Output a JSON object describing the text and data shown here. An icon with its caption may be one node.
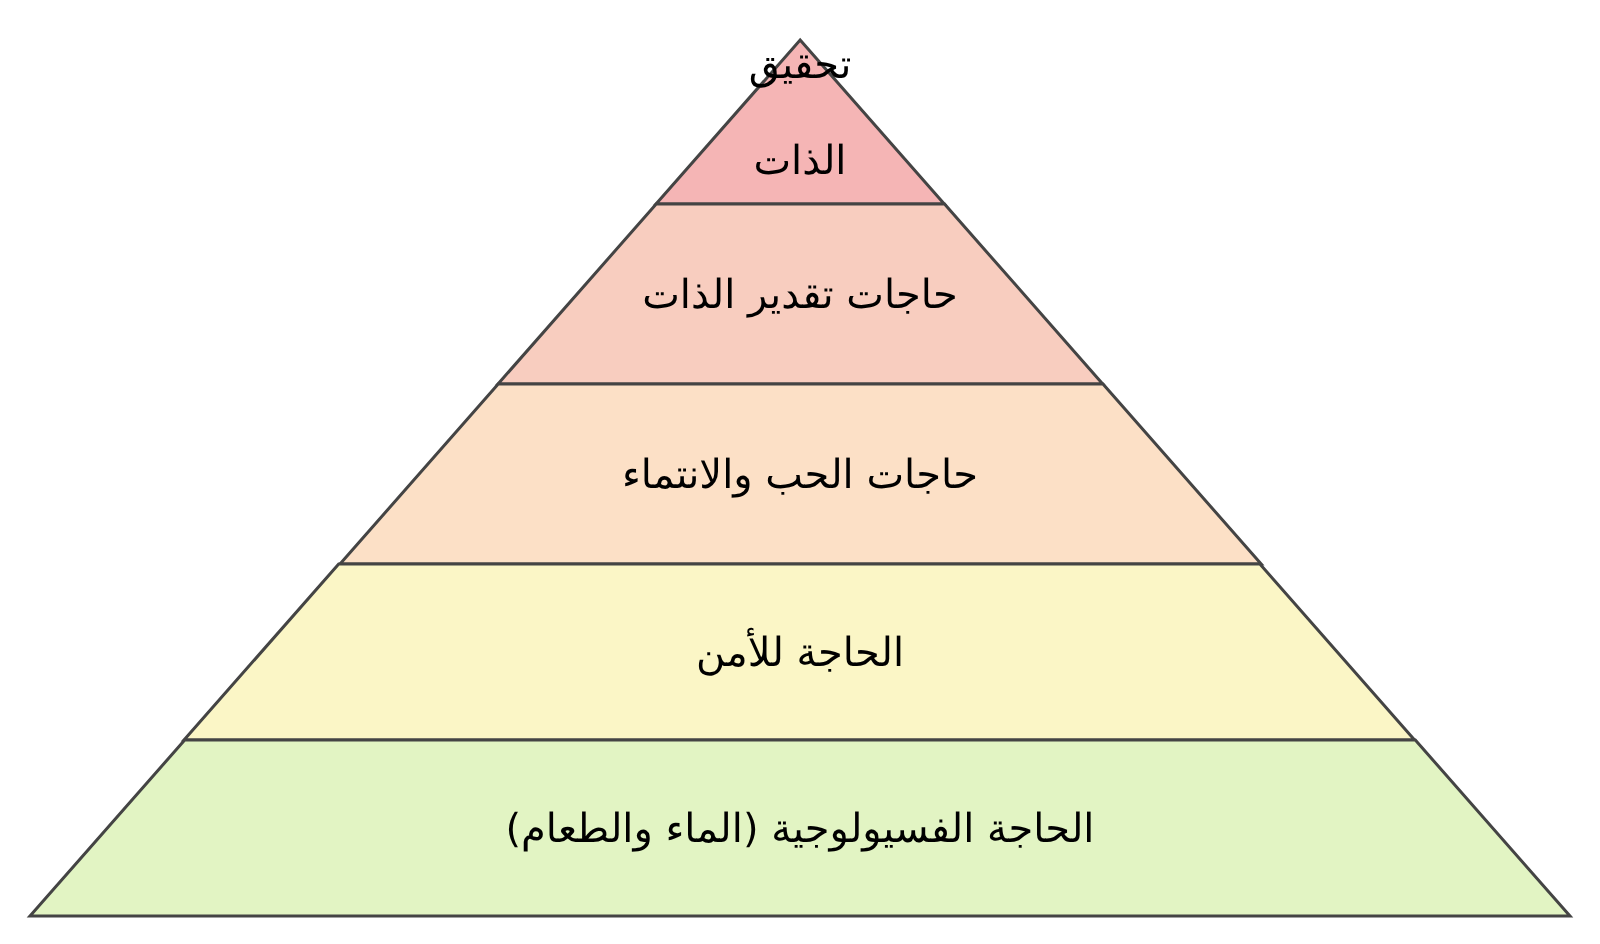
{
  "diagram": {
    "nodes": [
      {
        "text": [
          "تحقيق الذات"
        ]
      },
      {
        "text": [
          "حاجات تقدير الذات"
        ]
      },
      {
        "text": [
          "حاجات الحب والانتماء"
        ]
      },
      {
        "text": [
          "الحاجة للأمن"
        ]
      },
      {
        "text": [
          "الحاجة الفسيولوجية (الماء والطعام)"
        ]
      }
    ]
  }
}
